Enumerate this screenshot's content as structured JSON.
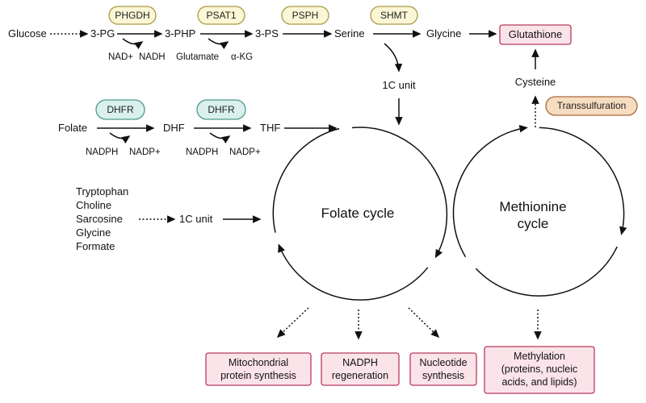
{
  "metabolites": {
    "glucose": "Glucose",
    "pg3": "3-PG",
    "php3": "3-PHP",
    "ps3": "3-PS",
    "serine": "Serine",
    "glycine": "Glycine",
    "glutathione": "Glutathione",
    "cysteine": "Cysteine",
    "one_c_unit_top": "1C unit",
    "folate": "Folate",
    "dhf": "DHF",
    "thf": "THF",
    "one_c_unit_left": "1C unit"
  },
  "enzymes": {
    "phgdh": "PHGDH",
    "psat1": "PSAT1",
    "psph": "PSPH",
    "shmt": "SHMT",
    "dhfr_1": "DHFR",
    "dhfr_2": "DHFR",
    "transsulfuration": "Transsulfuration"
  },
  "cofactors": {
    "nad_plus": "NAD+",
    "nadh": "NADH",
    "glutamate": "Glutamate",
    "akg": "α-KG",
    "nadph_1": "NADPH",
    "nadp_plus_1": "NADP+",
    "nadph_2": "NADPH",
    "nadp_plus_2": "NADP+"
  },
  "sources": [
    "Tryptophan",
    "Choline",
    "Sarcosine",
    "Glycine",
    "Formate"
  ],
  "cycles": {
    "folate": "Folate cycle",
    "methionine_line1": "Methionine",
    "methionine_line2": "cycle"
  },
  "outputs": {
    "mito_line1": "Mitochondrial",
    "mito_line2": "protein synthesis",
    "nadph_line1": "NADPH",
    "nadph_line2": "regeneration",
    "nucleotide_line1": "Nucleotide",
    "nucleotide_line2": "synthesis",
    "methylation_line1": "Methylation",
    "methylation_line2": "(proteins, nucleic",
    "methylation_line3": "acids, and lipids)"
  },
  "colors": {
    "enzyme_yellow_fill": "#fbf6d6",
    "enzyme_yellow_stroke": "#a89a45",
    "enzyme_teal_fill": "#d9f0ec",
    "enzyme_teal_stroke": "#4e9a8c",
    "transsulfuration_fill": "#f6dcc0",
    "transsulfuration_stroke": "#a86a3a",
    "output_fill": "#fbe3ea",
    "output_stroke": "#b83a5e"
  }
}
